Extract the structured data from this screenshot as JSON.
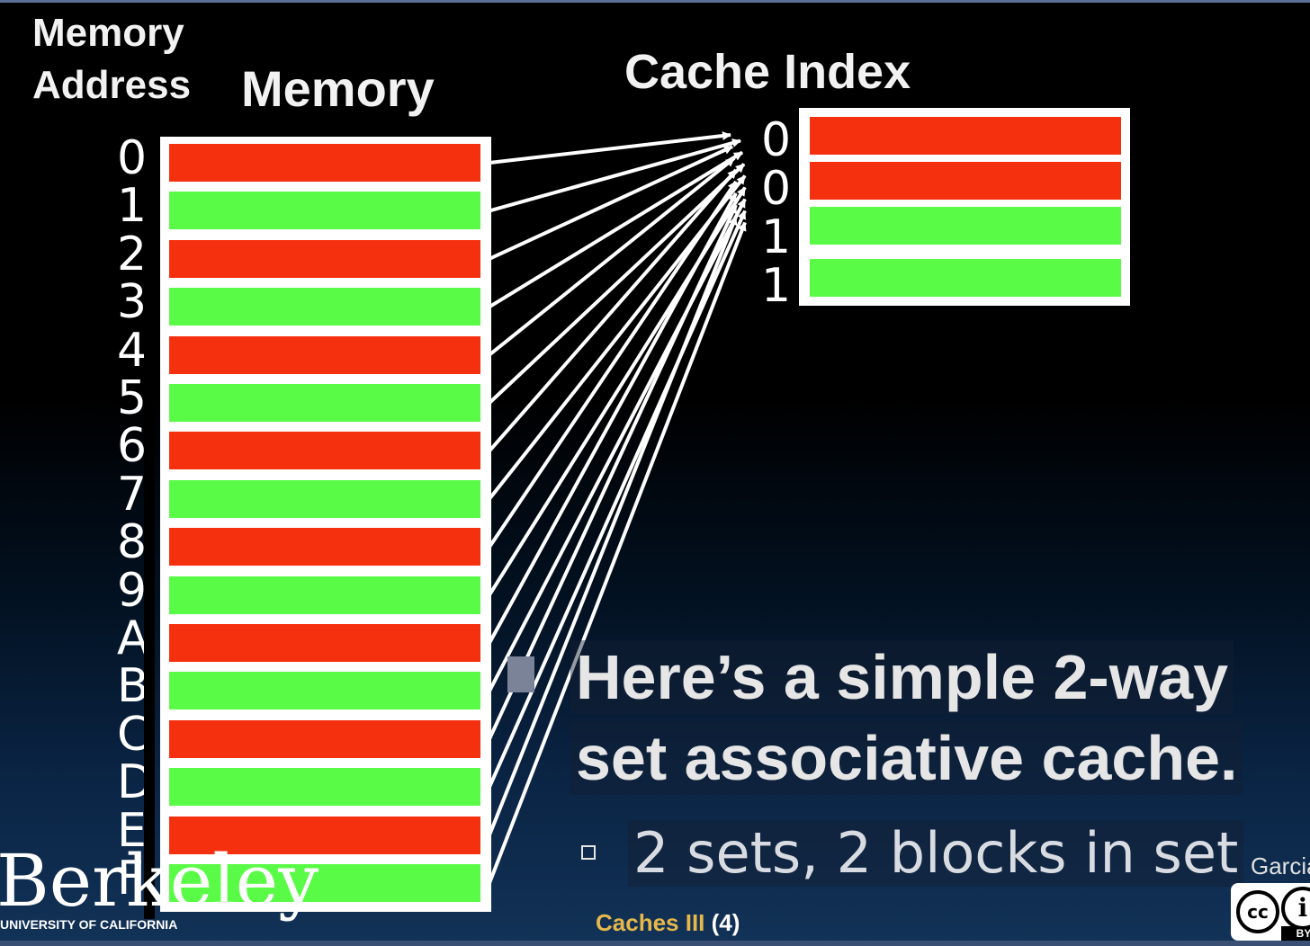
{
  "headers": {
    "memory_address": "Memory Address",
    "memory": "Memory",
    "cache_index": "Cache Index"
  },
  "memory": {
    "addresses": [
      "0",
      "1",
      "2",
      "3",
      "4",
      "5",
      "6",
      "7",
      "8",
      "9",
      "A",
      "B",
      "C",
      "D",
      "E",
      "F"
    ],
    "block_colors": [
      "red",
      "green",
      "red",
      "green",
      "red",
      "green",
      "red",
      "green",
      "red",
      "green",
      "red",
      "green",
      "red",
      "green",
      "red",
      "green"
    ]
  },
  "cache": {
    "indices": [
      "0",
      "0",
      "1",
      "1"
    ],
    "block_colors": [
      "red",
      "red",
      "green",
      "green"
    ]
  },
  "colors": {
    "red": "#f5300f",
    "green": "#5afb46",
    "background": "#000000"
  },
  "bullets": {
    "main_line1": "Here’s a simple 2-way",
    "main_line2": "set associative cache.",
    "sub": "2 sets, 2 blocks in set"
  },
  "footer": {
    "title": "Caches III",
    "page": "(4)",
    "author": "Garcia",
    "license": "BY",
    "cc": "cc",
    "logo": "Berkeley",
    "logo_sub": "UNIVERSITY OF CALIFORNIA"
  }
}
